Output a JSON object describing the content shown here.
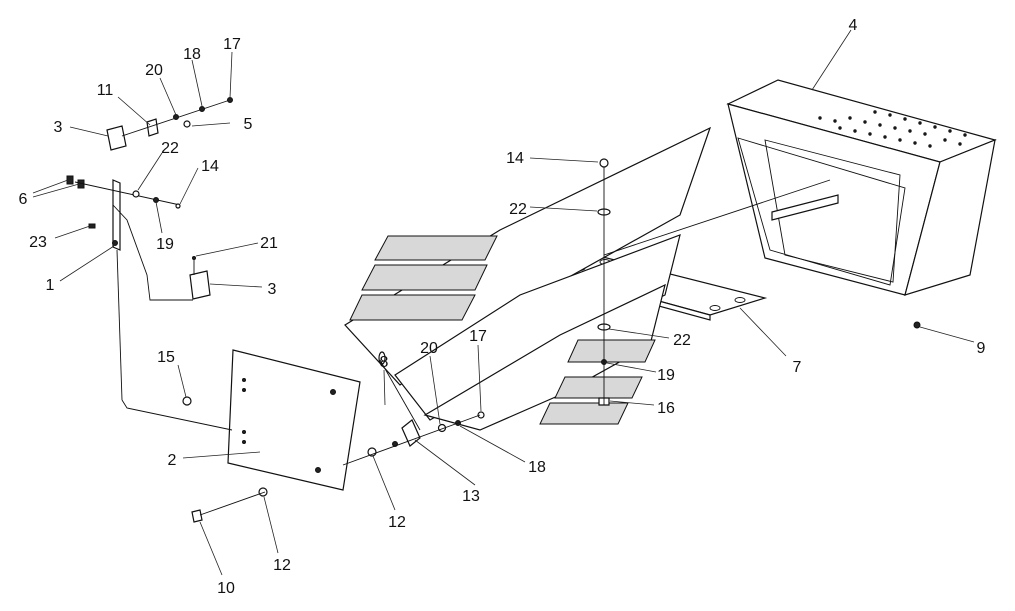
{
  "diagram": {
    "type": "exploded-parts-view",
    "callouts": [
      "4",
      "17",
      "18",
      "20",
      "11",
      "5",
      "3",
      "22",
      "14",
      "6",
      "19",
      "23",
      "21",
      "1",
      "3",
      "14",
      "22",
      "7",
      "9",
      "15",
      "8",
      "20",
      "17",
      "22",
      "19",
      "16",
      "2",
      "13",
      "18",
      "12",
      "12",
      "10"
    ]
  }
}
